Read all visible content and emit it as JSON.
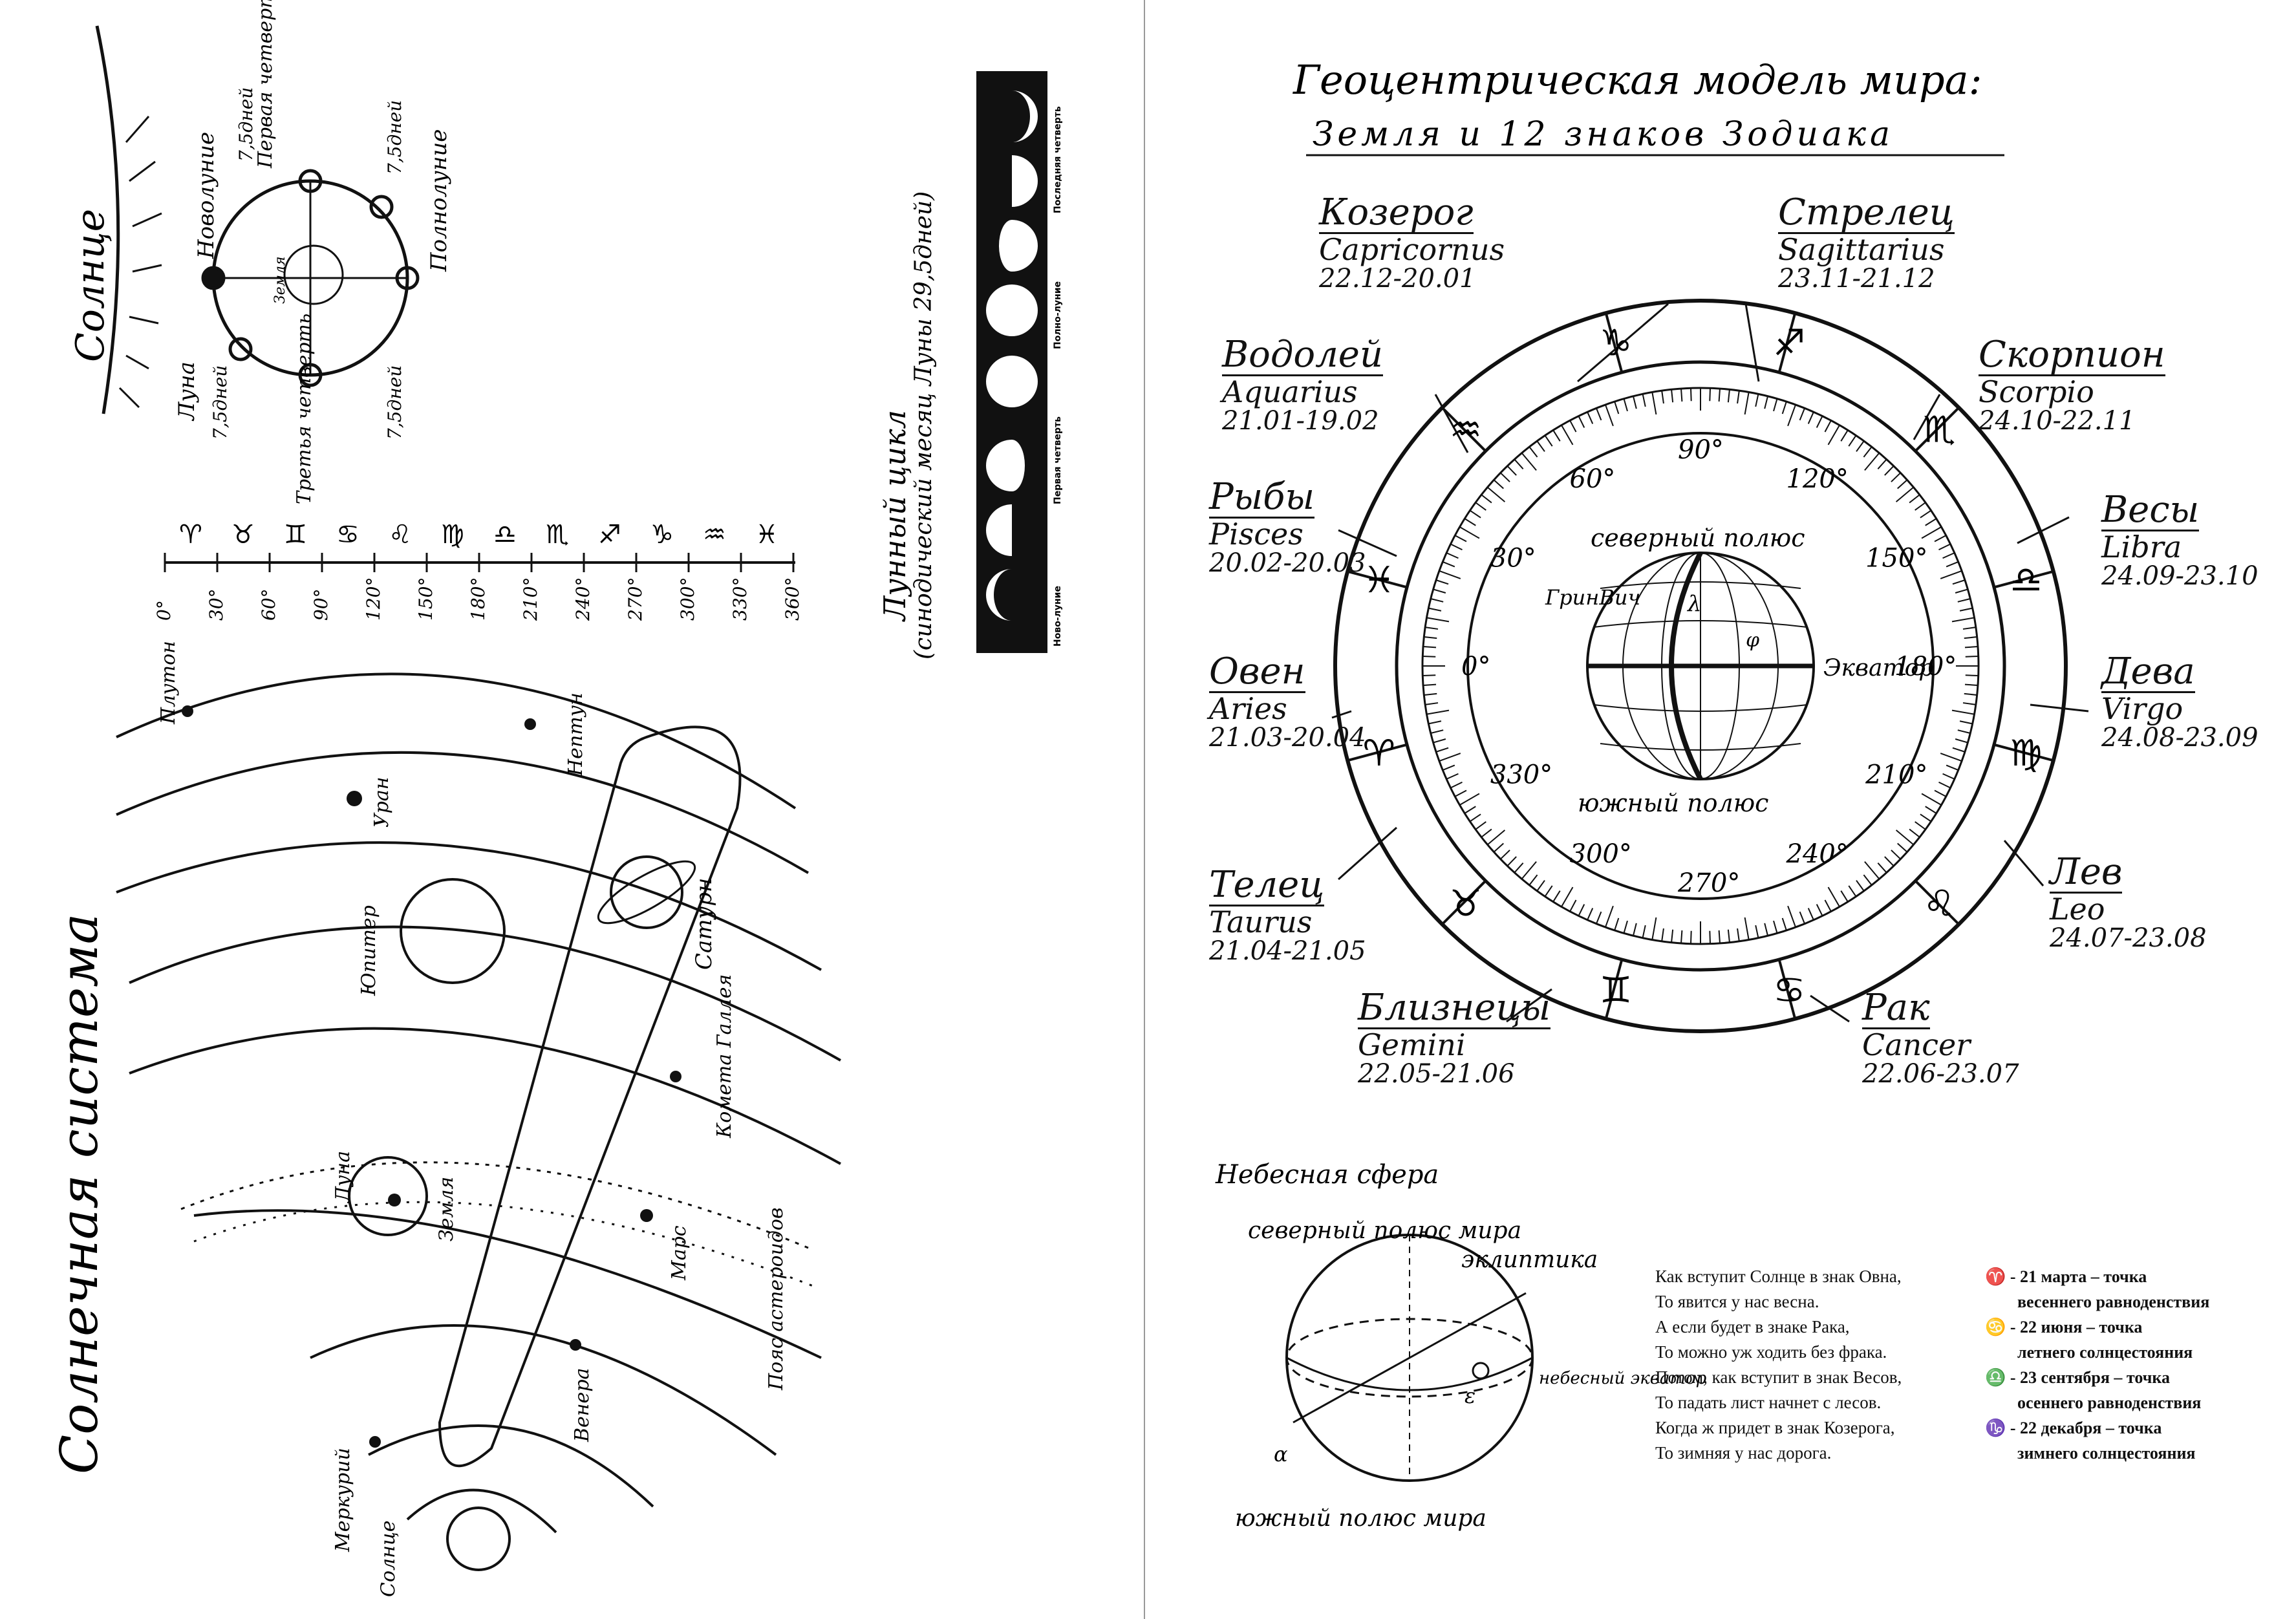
{
  "left": {
    "sun_label": "Солнце",
    "moon_phases": {
      "new_moon": "Новолуние",
      "first_quarter": "Первая четверть",
      "full_moon": "Полнолуние",
      "third_quarter": "Третья четверть",
      "earth": "Земля",
      "moon": "Луна",
      "days_1": "7,5дней",
      "days_2": "7,5дней",
      "days_3": "7,5дней",
      "days_4": "7,5дней"
    },
    "degree_scale": [
      "0°",
      "30°",
      "60°",
      "90°",
      "120°",
      "150°",
      "180°",
      "210°",
      "240°",
      "270°",
      "300°",
      "330°",
      "360°"
    ],
    "zodiac_glyphs": [
      "♈",
      "♉",
      "♊",
      "♋",
      "♌",
      "♍",
      "♎",
      "♏",
      "♐",
      "♑",
      "♒",
      "♓"
    ],
    "lunar_cycle_title": "Лунный цикл",
    "lunar_cycle_subtitle": "(синодический месяц Луны 29,5дней)",
    "phase_strip_labels": [
      "Ново-луние",
      "Первая четверть",
      "Полно-луние",
      "Последняя четверть"
    ],
    "solar_system_title": "Солнечная система",
    "planets": {
      "pluto": "Плутон",
      "neptune": "Нептун",
      "uranus": "Уран",
      "saturn": "Сатурн",
      "jupiter": "Юпитер",
      "comet": "Комета Галлея",
      "moon": "Луна",
      "earth": "Земля",
      "mars": "Марс",
      "asteroid_belt": "Пояс астероидов",
      "venus": "Венера",
      "mercury": "Меркурий",
      "sun": "Солнце"
    }
  },
  "right": {
    "title_line1": "Геоцентрическая модель мира:",
    "title_line2": "Земля и 12 знаков Зодиака",
    "zodiac_signs": [
      {
        "ru": "Козерог",
        "lat": "Capricornus",
        "dates": "22.12-20.01"
      },
      {
        "ru": "Стрелец",
        "lat": "Sagittarius",
        "dates": "23.11-21.12"
      },
      {
        "ru": "Водолей",
        "lat": "Aquarius",
        "dates": "21.01-19.02"
      },
      {
        "ru": "Скорпион",
        "lat": "Scorpio",
        "dates": "24.10-22.11"
      },
      {
        "ru": "Рыбы",
        "lat": "Pisces",
        "dates": "20.02-20.03"
      },
      {
        "ru": "Весы",
        "lat": "Libra",
        "dates": "24.09-23.10"
      },
      {
        "ru": "Овен",
        "lat": "Aries",
        "dates": "21.03-20.04"
      },
      {
        "ru": "Дева",
        "lat": "Virgo",
        "dates": "24.08-23.09"
      },
      {
        "ru": "Телец",
        "lat": "Taurus",
        "dates": "21.04-21.05"
      },
      {
        "ru": "Лев",
        "lat": "Leo",
        "dates": "24.07-23.08"
      },
      {
        "ru": "Близнецы",
        "lat": "Gemini",
        "dates": "22.05-21.06"
      },
      {
        "ru": "Рак",
        "lat": "Cancer",
        "dates": "22.06-23.07"
      }
    ],
    "ring_degrees": [
      "270°",
      "240°",
      "210°",
      "180°",
      "150°",
      "120°",
      "90°",
      "60°",
      "30°",
      "0°",
      "330°",
      "300°"
    ],
    "globe": {
      "north_pole": "северный полюс",
      "south_pole": "южный полюс",
      "greenwich": "ГринВич",
      "equator": "Экватор",
      "lambda": "λ",
      "phi": "φ"
    },
    "celestial_sphere": {
      "title": "Небесная сфера",
      "north_pole": "северный полюс мира",
      "ecliptic": "эклиптика",
      "celestial_equator": "небесный экватор",
      "south_pole": "южный полюс мира",
      "epsilon": "ε",
      "alpha": "α"
    },
    "poem": [
      "Как вступит Солнце в знак Овна,",
      "То явится у нас весна.",
      "А если будет в знаке Рака,",
      "То можно уж ходить без фрака.",
      "Потом, как вступит в знак Весов,",
      "То падать лист начнет с лесов.",
      "Когда ж придет в знак Козерога,",
      "То зимняя у нас дорога."
    ],
    "points": [
      {
        "glyph": "♈",
        "line1": "- 21 марта – точка",
        "line2": "весеннего равноденствия"
      },
      {
        "glyph": "♋",
        "line1": "- 22 июня – точка",
        "line2": "летнего солнцестояния"
      },
      {
        "glyph": "♎",
        "line1": "- 23 сентября – точка",
        "line2": "осеннего равноденствия"
      },
      {
        "glyph": "♑",
        "line1": "- 22 декабря – точка",
        "line2": "зимнего солнцестояния"
      }
    ]
  }
}
